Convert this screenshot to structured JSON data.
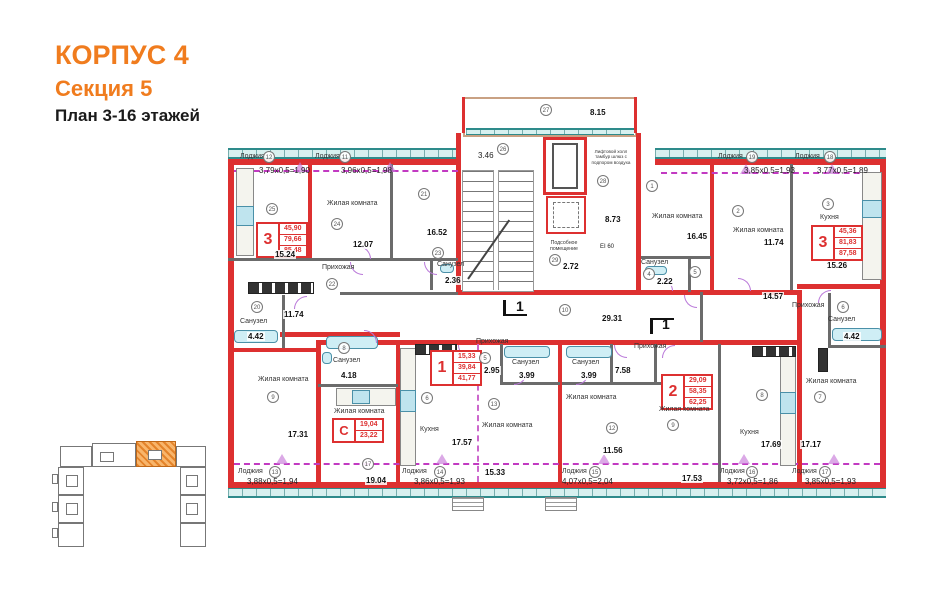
{
  "title": {
    "building": "КОРПУС 4",
    "section": "Секция 5",
    "plan": "План 3-16 этажей"
  },
  "colors": {
    "accent": "#f07c1e",
    "wall": "#dd3030",
    "glazing": "#d7f0ef",
    "dashed": "#c23ac2",
    "door": "#b977d9"
  },
  "stamps": [
    {
      "type": "3",
      "rows": [
        "45,90",
        "79,66",
        "85,48"
      ]
    },
    {
      "type": "С",
      "rows": [
        "19,04",
        "23,22"
      ]
    },
    {
      "type": "1",
      "rows": [
        "15,33",
        "39,84",
        "41,77"
      ]
    },
    {
      "type": "2",
      "rows": [
        "29,09",
        "58,35",
        "62,25"
      ]
    },
    {
      "type": "3",
      "rows": [
        "45,36",
        "81,83",
        "87,58"
      ]
    }
  ],
  "rooms": [
    {
      "a": "15.24",
      "c": "25"
    },
    {
      "n": "Жилая комната",
      "a": "12.07",
      "c": "24"
    },
    {
      "a": "16.52",
      "c": "21"
    },
    {
      "n": "Прихожая",
      "c": "22"
    },
    {
      "n": "Санузел",
      "a": "2.36",
      "c": "23"
    },
    {
      "a": "11.74"
    },
    {
      "n": "Санузел",
      "a": "4.42",
      "c": "20"
    },
    {
      "n": "Жилая комната",
      "a": "17.31",
      "c": "9"
    },
    {
      "n": "Санузел",
      "a": "4.18",
      "c": "8"
    },
    {
      "n": "Жилая комната",
      "a": "19.04",
      "c": "17"
    },
    {
      "n": "Кухня",
      "a": "17.57",
      "c": "6"
    },
    {
      "n": "Прихожая",
      "a": "2.95",
      "c": "5"
    },
    {
      "n": "Санузел",
      "a": "3.99"
    },
    {
      "n": "Жилая комната",
      "a": "15.33",
      "c": "13"
    },
    {
      "n": "Санузел",
      "a": "3.99"
    },
    {
      "n": "Жилая комната",
      "a": "11.56",
      "c": "12"
    },
    {
      "n": "Прихожая",
      "a": "7.58"
    },
    {
      "n": "Жилая комната",
      "a": "17.53",
      "c": "9"
    },
    {
      "n": "Кухня",
      "a": "17.69",
      "c": "8"
    },
    {
      "n": "Прихожая",
      "a": "14.57",
      "c": "5"
    },
    {
      "n": "Санузел",
      "a": "2.22",
      "c": "4"
    },
    {
      "n": "Жилая комната",
      "a": "16.45",
      "c": "1"
    },
    {
      "n": "Жилая комната",
      "a": "11.74",
      "c": "2"
    },
    {
      "n": "Кухня",
      "a": "15.26",
      "c": "3"
    },
    {
      "n": "Санузел",
      "a": "4.42",
      "c": "6"
    },
    {
      "n": "Жилая комната",
      "a": "17.17",
      "c": "7"
    },
    {
      "a": "29.31",
      "c": "10"
    }
  ],
  "loggias": [
    {
      "n": "Лоджия",
      "c": "12",
      "d": "3,79х0,5=1,90"
    },
    {
      "n": "Лоджия",
      "c": "11",
      "d": "3,96х0,5=1,98"
    },
    {
      "n": "Лоджия",
      "c": "19",
      "d": "3,85х0,5=1,93"
    },
    {
      "n": "Лоджия",
      "c": "18",
      "d": "3,77х0,5=1,89"
    },
    {
      "n": "Лоджия",
      "c": "13",
      "d": "3,88х0,5=1,94"
    },
    {
      "n": "Лоджия",
      "c": "14",
      "d": "3,86х0,5=1,93"
    },
    {
      "n": "Лоджия",
      "c": "15",
      "d": "4,07х0,5=2,04"
    },
    {
      "n": "Лоджия",
      "c": "16",
      "d": "3,72х0,5=1,86"
    },
    {
      "n": "Лоджия",
      "c": "17",
      "d": "3,85х0,5=1,93"
    }
  ],
  "core": {
    "stair": "3.46",
    "stair_c": "26",
    "lobby": "8.15",
    "lobby_c": "27",
    "hall": "8.73",
    "hall_c": "28",
    "lift_text": "Лифтовой холл тамбур шлюз с подпором воздуха",
    "util": "Подсобное помещение",
    "util_a": "2.72",
    "util_c": "29",
    "fire": "EI 60",
    "section": "1"
  }
}
